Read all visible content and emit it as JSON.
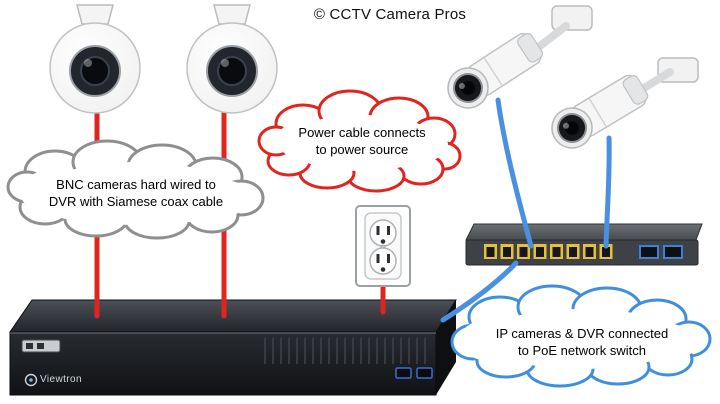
{
  "title": "© CCTV Camera Pros",
  "callouts": {
    "bnc": {
      "line1": "BNC cameras hard wired to",
      "line2": "DVR with Siamese coax cable",
      "stroke": "#8f8f8f"
    },
    "power": {
      "line1": "Power cable connects",
      "line2": "to power source",
      "stroke": "#e0251e"
    },
    "poe": {
      "line1": "IP cameras & DVR connected",
      "line2": "to PoE network switch",
      "stroke": "#3f8fdd"
    }
  },
  "devices": {
    "dvr": {
      "brand": "Viewtron"
    },
    "dome_camera_count": 2,
    "bullet_camera_count": 2
  },
  "cables": {
    "coax_color": "#e0251e",
    "ethernet_color": "#4a90e2"
  }
}
